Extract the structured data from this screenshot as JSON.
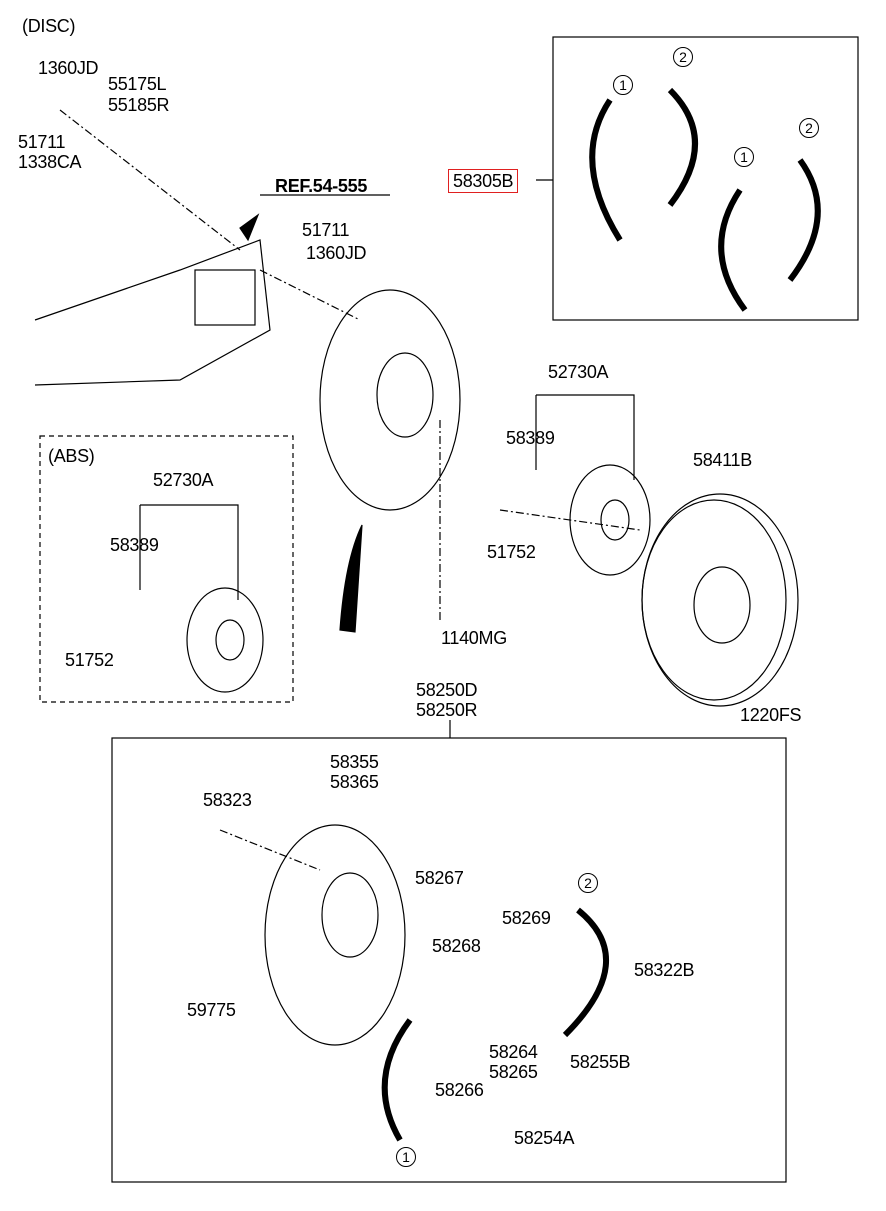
{
  "sections": {
    "disc": "(DISC)",
    "abs": "(ABS)"
  },
  "reference": "REF.54-555",
  "highlighted_part": "58305B",
  "highlight_color": "#e02020",
  "labels": {
    "disc_bolt_nut": "1360JD",
    "bracket_l": "55175L",
    "bracket_r": "55185R",
    "disc_bolt": "51711",
    "disc_nut": "1338CA",
    "plate_bolt": "51711",
    "plate_nut": "1360JD",
    "hub_assy": "52730A",
    "hub_stud": "58389",
    "rotor": "58411B",
    "abs_hub_assy": "52730A",
    "abs_hub_stud": "58389",
    "hub_bolt": "51752",
    "plate_mount_bolt": "1140MG",
    "abs_hub_bolt": "51752",
    "brake_assy_l": "58250D",
    "brake_assy_r": "58250R",
    "rotor_screw": "1220FS",
    "backing_plate_l": "58355",
    "backing_plate_r": "58365",
    "pin": "58323",
    "adjuster": "58267",
    "spring_a": "58269",
    "spring_b": "58268",
    "spring_c": "58322B",
    "plug": "59775",
    "strut_l": "58264",
    "strut_r": "58265",
    "spring_d": "58255B",
    "spring_e": "58266",
    "adjuster_assy": "58254A"
  },
  "callouts": [
    "1",
    "2",
    "1",
    "2",
    "2",
    "1"
  ]
}
